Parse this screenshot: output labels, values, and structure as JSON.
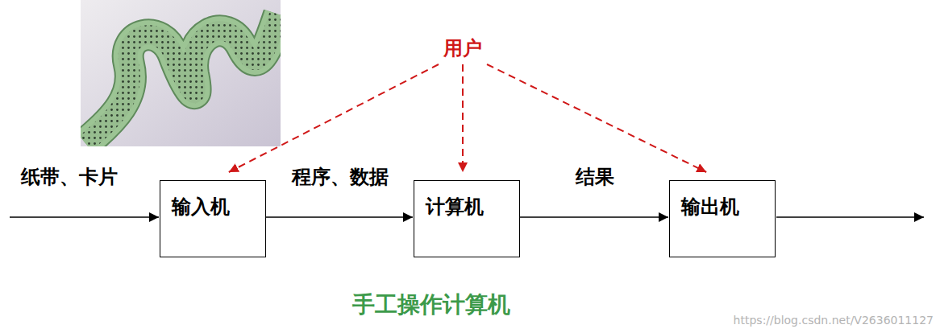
{
  "diagram": {
    "caption": "手工操作计算机",
    "nodes": [
      {
        "text": [
          "用户"
        ]
      },
      {
        "text": [
          "输入机"
        ]
      },
      {
        "text": [
          "计算机"
        ]
      },
      {
        "text": [
          "输出机"
        ]
      }
    ],
    "edges": [
      {
        "from": 0,
        "to": 1,
        "arrow": "to"
      },
      {
        "from": 0,
        "to": 2,
        "arrow": "to"
      },
      {
        "from": 0,
        "to": 3,
        "arrow": "to"
      },
      {
        "from": 1,
        "to": 2,
        "label": "程序、数据",
        "arrow": "to"
      },
      {
        "from": 2,
        "to": 3,
        "label": "结果",
        "arrow": "to"
      }
    ],
    "labels": [
      "纸带、卡片",
      "https://blog.csdn.net/V2636011127"
    ]
  }
}
